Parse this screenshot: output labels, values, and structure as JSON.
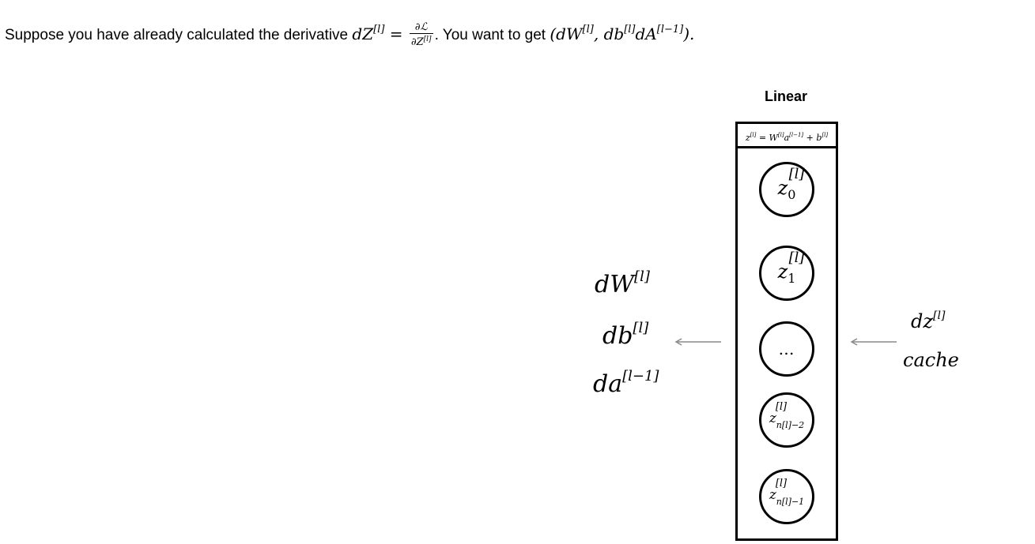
{
  "intro": {
    "prefix": "Suppose you have already calculated the derivative ",
    "dz_base": "dZ",
    "dz_sup": "[l]",
    "equals": " = ",
    "frac_num": "∂ℒ",
    "frac_den": "∂Z",
    "frac_den_sup": "[l]",
    "middle": ". You want to get ",
    "target": "(dW",
    "target_w_sup": "[l]",
    "target_b": ", db",
    "target_b_sup": "[l]",
    "target_a": "dA",
    "target_a_sup": "[l−1]",
    "target_close": ")."
  },
  "layer": {
    "title": "Linear",
    "equation": {
      "z": "z",
      "z_sup": "[l]",
      "eq": " = W",
      "w_sup": "[l]",
      "a": "a",
      "a_sup": "[l−1]",
      "plus": " + b",
      "b_sup": "[l]"
    },
    "neurons": [
      {
        "base": "z",
        "sub": "0",
        "sup": "[l]"
      },
      {
        "base": "z",
        "sub": "1",
        "sup": "[l]"
      },
      {
        "dots": "…"
      },
      {
        "base": "z",
        "sub": "n[l]−2",
        "sup": "[l]"
      },
      {
        "base": "z",
        "sub": "n[l]−1",
        "sup": "[l]"
      }
    ]
  },
  "outputs": [
    {
      "base": "dW",
      "sup": "[l]"
    },
    {
      "base": "db",
      "sup": "[l]"
    },
    {
      "base": "da",
      "sup": "[l−1]"
    }
  ],
  "inputs": [
    {
      "base": "dz",
      "sup": "[l]"
    },
    {
      "base": "cache"
    }
  ],
  "colors": {
    "arrow": "#8a8a8a",
    "stroke": "#000000"
  }
}
